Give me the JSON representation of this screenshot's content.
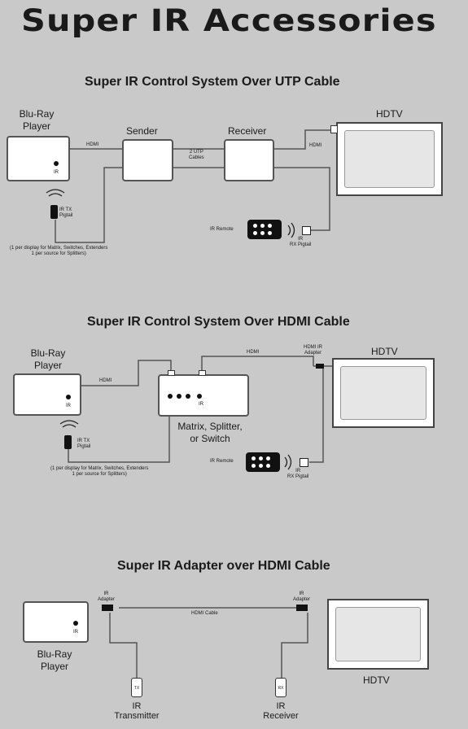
{
  "page_title": "Super IR Accessories",
  "s1": {
    "title": "Super IR Control System Over UTP Cable",
    "player_label": "Blu-Ray\nPlayer",
    "sender_label": "Sender",
    "receiver_label": "Receiver",
    "hdtv_label": "HDTV",
    "hdmi1": "HDMI",
    "hdmi2": "HDMI",
    "utp": "2 UTP\nCables",
    "ir": "IR",
    "irtx": "IR TX\nPigtail",
    "note": "(1 per display for Matrix, Switches, Extenders\n1 per source for Splitters)",
    "remote": "IR Remote",
    "rx": "IR\nRX Pigtail"
  },
  "s2": {
    "title": "Super IR Control System Over HDMI Cable",
    "player_label": "Blu-Ray\nPlayer",
    "hdtv_label": "HDTV",
    "hdmi1": "HDMI",
    "hdmi2": "HDMI",
    "adapter": "HDMI IR\nAdapter",
    "matrix": "Matrix, Splitter,\nor Switch",
    "ir": "IR",
    "ir2": "IR",
    "irtx": "IR TX\nPigtail",
    "note": "(1 per display for Matrix, Switches, Extenders\n1 per source for Splitters)",
    "remote": "IR Remote",
    "rx": "IR\nRX Pigtail"
  },
  "s3": {
    "title": "Super IR Adapter over HDMI Cable",
    "player_label": "Blu-Ray\nPlayer",
    "hdtv_label": "HDTV",
    "ir": "IR",
    "adapter_left": "IR\nAdapter",
    "adapter_right": "IR\nAdapter",
    "cable": "HDMI Cable",
    "tx": "TX",
    "rx": "RX",
    "transmitter": "IR\nTransmitter",
    "receiver": "IR\nReceiver"
  }
}
